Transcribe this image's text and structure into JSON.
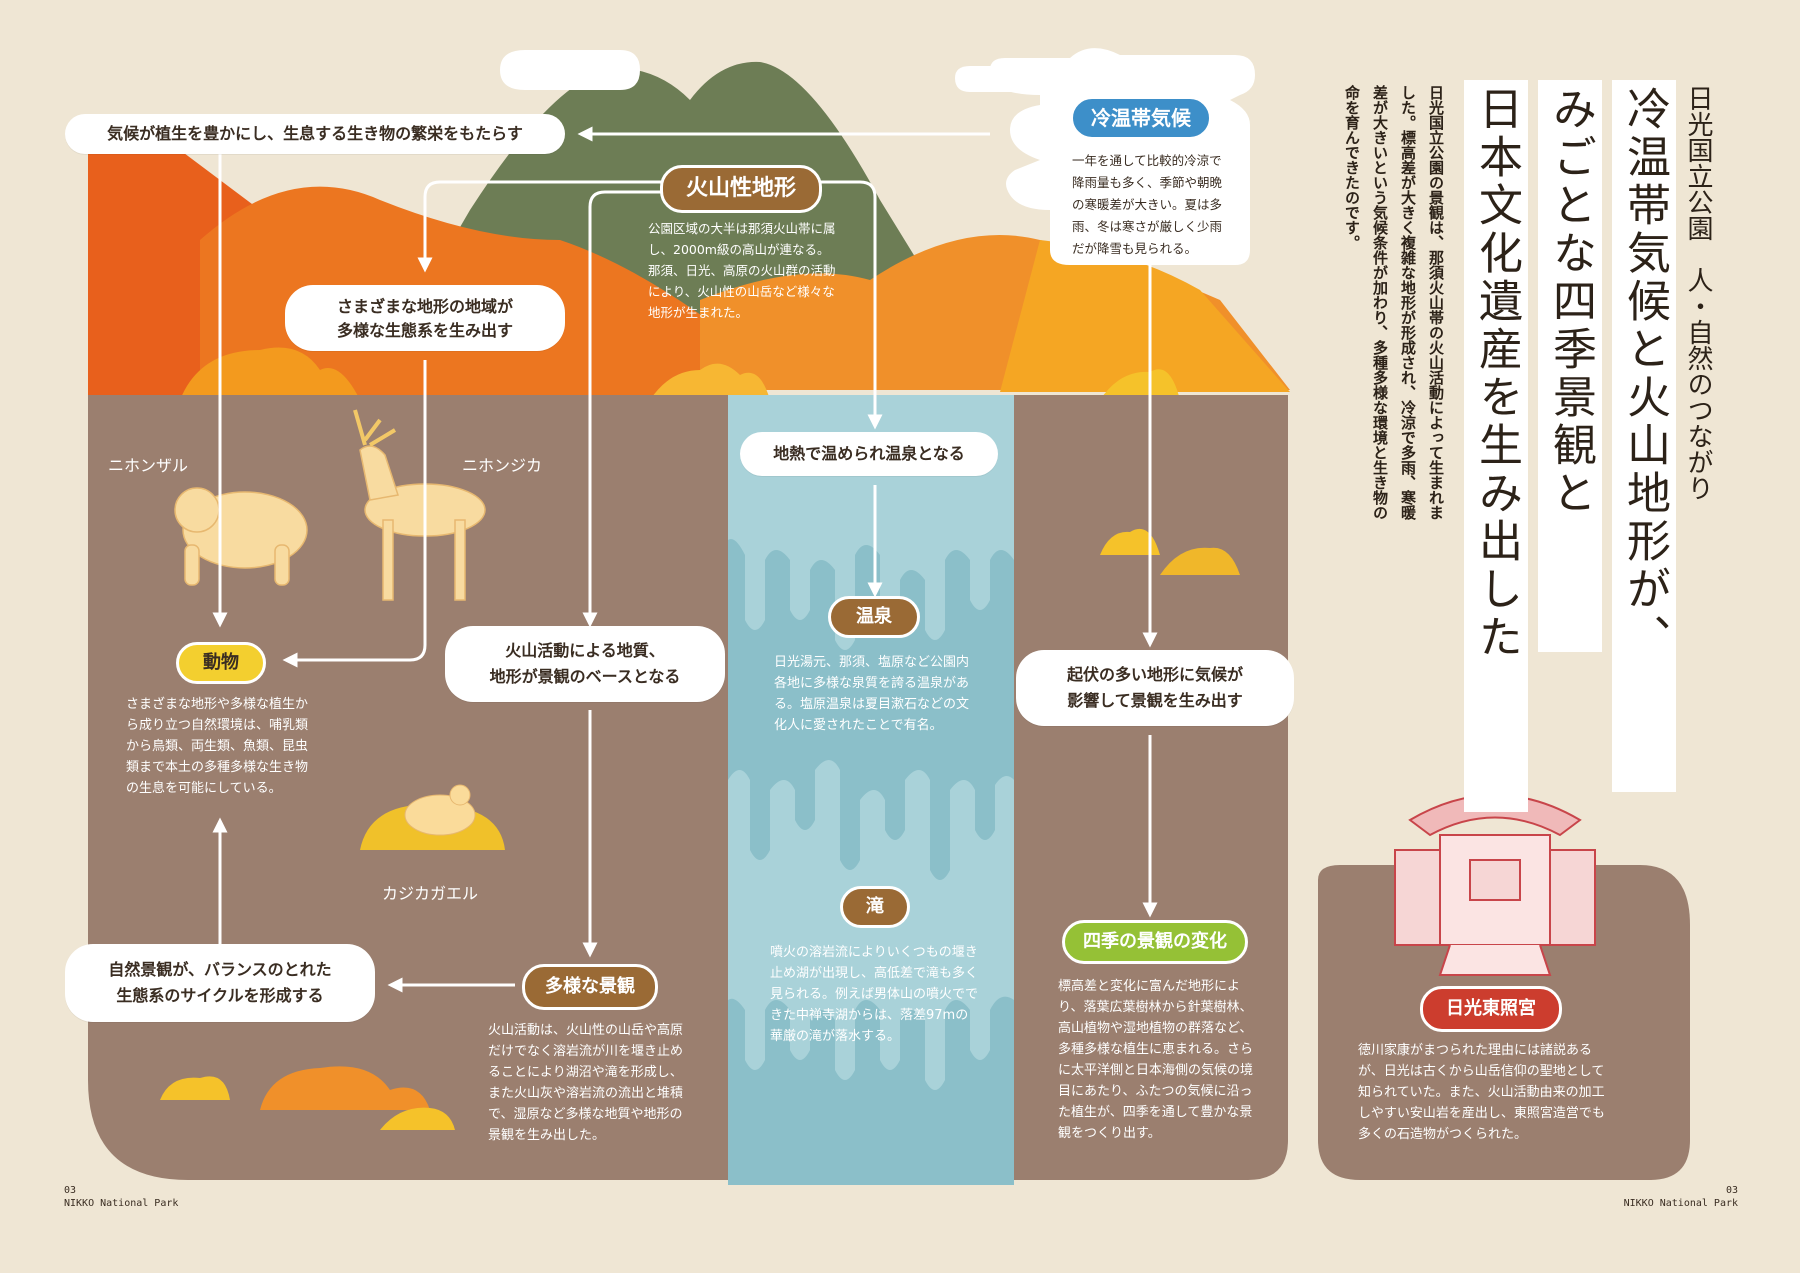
{
  "header": {
    "series": "日光国立公園　人・自然のつながり",
    "title_lines": [
      "冷温帯気候と火山地形が、",
      "みごとな四季景観と",
      "日本文化遺産を生み出した"
    ],
    "intro": "日光国立公園の景観は、那須火山帯の火山活動によって生まれました。標高差が大きく複雑な地形が形成され、冷涼で多雨、寒暖差が大きいという気候条件が加わり、多種多様な環境と生き物の命を育んできたのです。"
  },
  "climate": {
    "tag": "冷温帯気候",
    "text": "一年を通して比較的冷涼で降雨量も多く、季節や朝晩の寒暖差が大きい。夏は多雨、冬は寒さが厳しく少雨だが降雪も見られる。"
  },
  "volcano": {
    "tag": "火山性地形",
    "text": "公園区域の大半は那須火山帯に属し、2000m級の高山が連なる。那須、日光、高原の火山群の活動により、火山性の山岳など様々な地形が生まれた。"
  },
  "flows": {
    "climate_to_plants": "気候が植生を豊かにし、生息する生き物の繁栄をもたらす",
    "terrain_diversity": "さまざまな地形の地域が\n多様な生態系を生み出す",
    "geothermal": "地熱で温められ温泉となる",
    "volcanic_base": "火山活動による地質、\n地形が景観のベースとなる",
    "relief_climate": "起伏の多い地形に気候が\n影響して景観を生み出す",
    "cycle": "自然景観が、バランスのとれた\n生態系のサイクルを形成する"
  },
  "animals": {
    "tag": "動物",
    "text": "さまざまな地形や多様な植生から成り立つ自然環境は、哺乳類から鳥類、両生類、魚類、昆虫類まで本土の多種多様な生き物の生息を可能にしている。",
    "monkey": "ニホンザル",
    "deer": "ニホンジカ",
    "frog": "カジカガエル"
  },
  "onsen": {
    "tag": "温泉",
    "text": "日光湯元、那須、塩原など公園内各地に多様な泉質を誇る温泉がある。塩原温泉は夏目漱石などの文化人に愛されたことで有名。"
  },
  "waterfall": {
    "tag": "滝",
    "text": "噴火の溶岩流によりいくつもの堰き止め湖が出現し、高低差で滝も多く見られる。例えば男体山の噴火でできた中禅寺湖からは、落差97mの華厳の滝が落水する。"
  },
  "landscape": {
    "tag": "多様な景観",
    "text": "火山活動は、火山性の山岳や高原だけでなく溶岩流が川を堰き止めることにより湖沼や滝を形成し、また火山灰や溶岩流の流出と堆積で、湿原など多様な地質や地形の景観を生み出した。"
  },
  "seasons": {
    "tag": "四季の景観の変化",
    "text": "標高差と変化に富んだ地形により、落葉広葉樹林から針葉樹林、高山植物や湿地植物の群落など、多種多様な植生に恵まれる。さらに太平洋側と日本海側の気候の境目にあたり、ふたつの気候に沿った植生が、四季を通して豊かな景観をつくり出す。"
  },
  "toshogu": {
    "tag": "日光東照宮",
    "text": "徳川家康がまつられた理由には諸説あるが、日光は古くから山岳信仰の聖地として知られていた。また、火山活動由来の加工しやすい安山岩を産出し、東照宮造営でも多くの石造物がつくられた。"
  },
  "footer": {
    "left_page": "03",
    "left_name": "NIKKO National Park",
    "right_page": "03",
    "right_name": "NIKKO National Park"
  },
  "colors": {
    "ground": "#9b7f6f",
    "water": "#8bbfc9",
    "mountain_green": "#6d7d55",
    "orange_dark": "#e8601c",
    "orange": "#f0902a",
    "yellow": "#f5c22a",
    "tag_brown": "#9a6a35",
    "tag_yellow": "#f3cf2f",
    "tag_green": "#95c136",
    "tag_blue": "#3d8fc9",
    "tag_red": "#cc3d2e"
  }
}
